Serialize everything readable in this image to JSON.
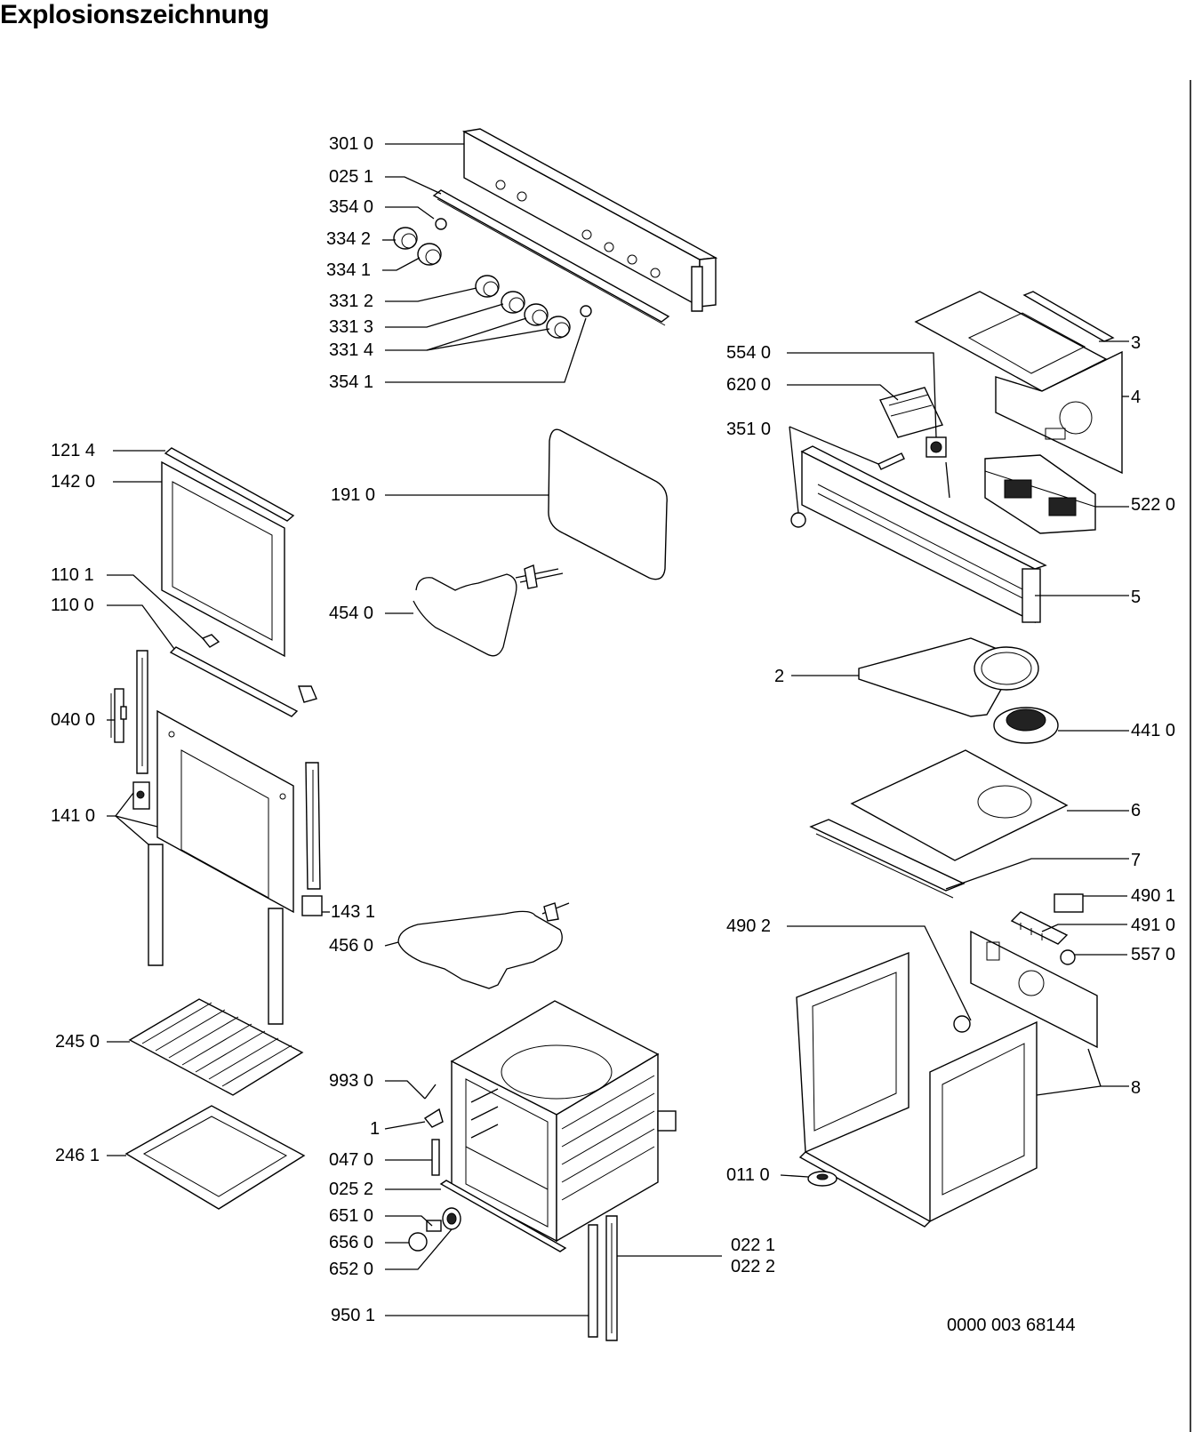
{
  "title": "Explosionszeichnung",
  "document_number": "0000 003 68144",
  "labels": {
    "p3010": "301 0",
    "p0251": "025 1",
    "p3540": "354 0",
    "p3342": "334 2",
    "p3341": "334 1",
    "p3312": "331 2",
    "p3313": "331 3",
    "p3314": "331 4",
    "p3541": "354 1",
    "p1214": "121 4",
    "p1420": "142 0",
    "p1910": "191 0",
    "p1101": "110 1",
    "p1100": "110 0",
    "p4540": "454 0",
    "p0400": "040 0",
    "p1410": "141 0",
    "p1431": "143 1",
    "p4560": "456 0",
    "p2450": "245 0",
    "p2461": "246 1",
    "p9930": "993 0",
    "p1": "1",
    "p0470": "047 0",
    "p0252": "025 2",
    "p6510": "651 0",
    "p6560": "656 0",
    "p6520": "652 0",
    "p9501": "950 1",
    "p0221": "022 1",
    "p0222": "022 2",
    "p5540": "554 0",
    "p6200": "620 0",
    "p3510": "351 0",
    "p3": "3",
    "p4": "4",
    "p5220": "522 0",
    "p5": "5",
    "p2": "2",
    "p4410": "441 0",
    "p6": "6",
    "p7": "7",
    "p4901": "490 1",
    "p4902": "490 2",
    "p4910": "491 0",
    "p5570": "557 0",
    "p8": "8",
    "p0110": "011 0"
  }
}
